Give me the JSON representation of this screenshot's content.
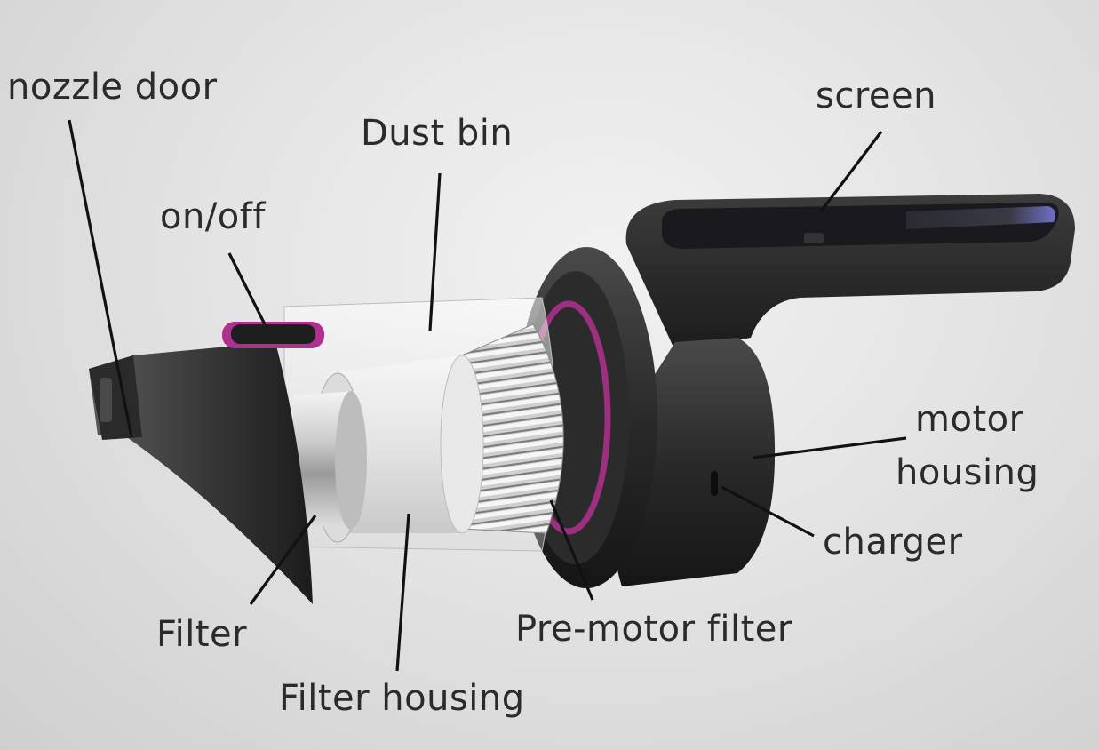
{
  "labels": {
    "nozzle_door": "nozzle door",
    "dust_bin": "Dust bin",
    "screen": "screen",
    "on_off": "on/off",
    "motor_housing_line1": "motor",
    "motor_housing_line2": "housing",
    "charger": "charger",
    "filter": "Filter",
    "filter_housing": "Filter housing",
    "pre_motor_filter": "Pre-motor filter"
  },
  "colors": {
    "accent": "#b0308f",
    "body": "#2a2a2a",
    "label_text": "#2b2b2b",
    "leader_line": "#111111"
  }
}
